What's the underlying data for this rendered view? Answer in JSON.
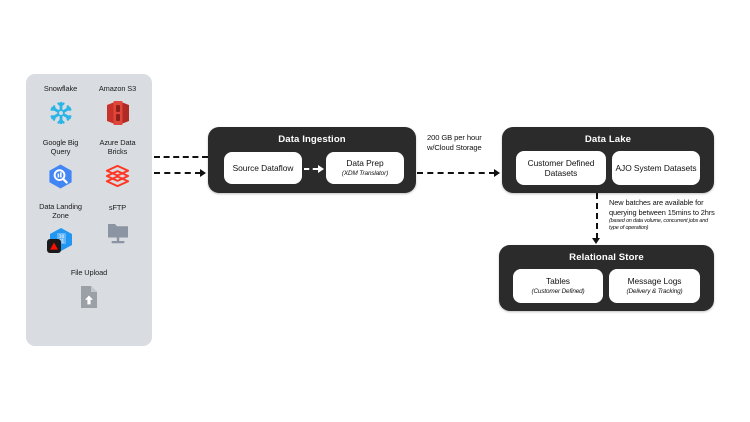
{
  "sources": {
    "items": [
      {
        "label": "Snowflake",
        "icon": "snowflake-icon"
      },
      {
        "label": "Amazon S3",
        "icon": "amazon-s3-icon"
      },
      {
        "label": "Google Big Query",
        "icon": "google-bigquery-icon"
      },
      {
        "label": "Azure Data Bricks",
        "icon": "azure-databricks-icon"
      },
      {
        "label": "Data Landing Zone",
        "icon": "data-landing-zone-icon"
      },
      {
        "label": "sFTP",
        "icon": "sftp-icon"
      },
      {
        "label": "File Upload",
        "icon": "file-upload-icon"
      }
    ]
  },
  "ingestion": {
    "title": "Data Ingestion",
    "source_dataflow": "Source Dataflow",
    "data_prep": "Data Prep",
    "data_prep_note": "(XDM Translator)"
  },
  "data_lake": {
    "title": "Data Lake",
    "customer_datasets": "Customer Defined Datasets",
    "ajo_datasets": "AJO System Datasets"
  },
  "relational_store": {
    "title": "Relational Store",
    "tables": "Tables",
    "tables_note": "(Customer Defined)",
    "message_logs": "Message Logs",
    "message_logs_note": "(Delivery & Tracking)"
  },
  "labels": {
    "throughput_line1": "200 GB per hour",
    "throughput_line2": "w/Cloud Storage",
    "batch_note_line1": "New batches are available for",
    "batch_note_line2": "querying between 15mins to 2hrs",
    "batch_note_fine1": "(based on data volume, concurrent jobs and",
    "batch_note_fine2": "type of operation)"
  },
  "colors": {
    "panel_bg": "#d9dce0",
    "stage_bg": "#2b2b2b",
    "snowflake": "#29b5e8",
    "amazon_s3": "#c8322a",
    "bigquery": "#4285f4",
    "databricks": "#ff3621",
    "azure": "#2196f3",
    "adobe": "#fa0f00",
    "sftp": "#8b94a3",
    "file_upload": "#9aa0a6"
  }
}
